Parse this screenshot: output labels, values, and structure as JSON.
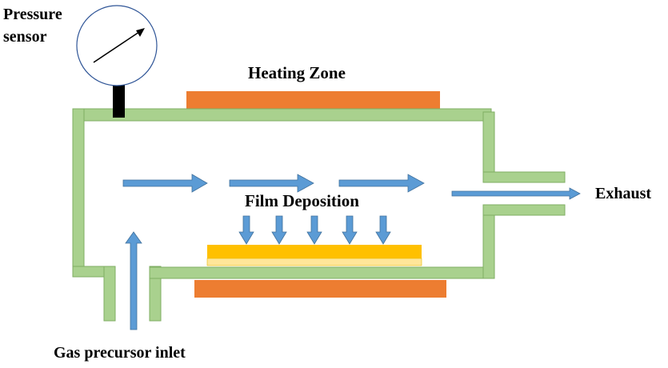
{
  "labels": {
    "pressure_sensor_line1": "Pressure",
    "pressure_sensor_line2": "sensor",
    "heating_zone": "Heating Zone",
    "film_deposition": "Film Deposition",
    "exhaust": "Exhaust",
    "gas_inlet": "Gas precursor inlet"
  },
  "colors": {
    "chamber_wall": "#a9d18e",
    "chamber_wall_stroke": "#7fae63",
    "heater": "#ed7d31",
    "flow_arrow": "#5b9bd5",
    "flow_arrow_stroke": "#41719c",
    "substrate_top": "#ffc000",
    "substrate_bottom": "#ffe699",
    "gauge_face": "#ffffff",
    "gauge_stroke": "#2f5597",
    "gauge_stem": "#000000"
  },
  "icons": {
    "gauge": "pressure-gauge-icon"
  }
}
